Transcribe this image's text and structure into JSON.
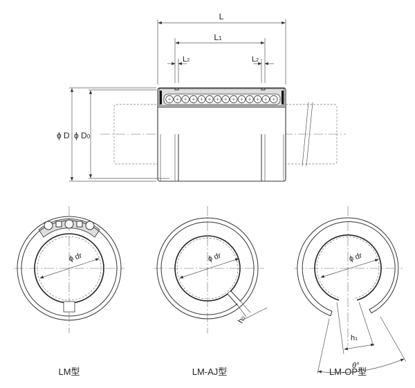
{
  "dimensions": {
    "L": "L",
    "L1_main": "L",
    "L1_sub": "1",
    "L2_main": "L",
    "L2_sub": "2",
    "D": "ϕ D",
    "D0_main": "ϕ D",
    "D0_sub": "0",
    "dr": "ϕ dr",
    "h0_main": "h",
    "h0_sub": "0",
    "h1_main": "h",
    "h1_sub": "1",
    "theta": "θ°"
  },
  "types": [
    {
      "label": "LM型"
    },
    {
      "label": "LM-AJ型"
    },
    {
      "label": "LM-OP型"
    }
  ]
}
